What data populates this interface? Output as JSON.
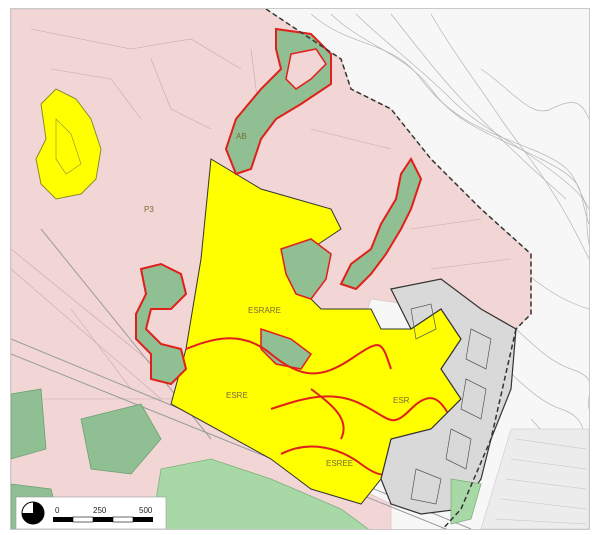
{
  "map": {
    "zone_labels": {
      "p3": "P3",
      "ab": "AB",
      "esrare": "ESRARE",
      "esre": "ESRE",
      "esr": "ESR",
      "esree": "ESREE"
    },
    "scale_bar": {
      "tick_0": "0",
      "tick_250": "250",
      "tick_500": "500"
    },
    "colors": {
      "pink_zone": "#f2d6d6",
      "yellow_zone": "#ffff00",
      "green_zone": "#8fbf92",
      "light_green_zone": "#a8d8a6",
      "red_boundary": "#e0201a",
      "grey_zone": "#d9d9d9",
      "dashed_boundary": "#333333"
    },
    "icons": [
      "north-arrow-icon",
      "scale-bar"
    ]
  }
}
